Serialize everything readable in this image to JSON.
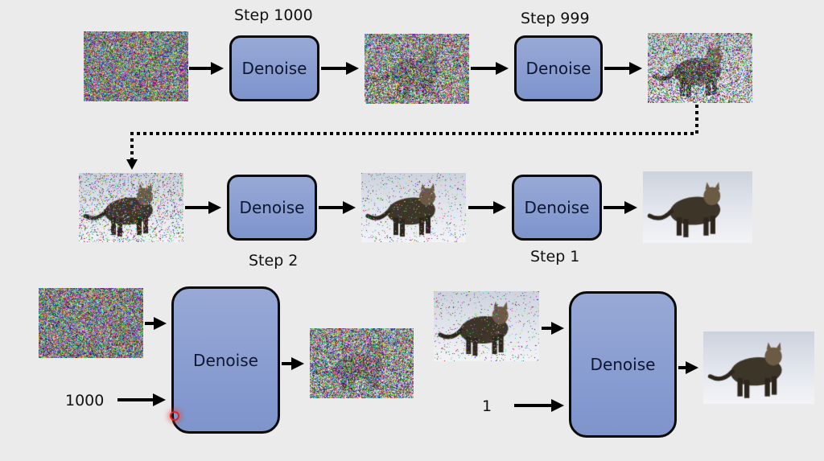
{
  "diagram": {
    "title": "Diffusion denoising steps",
    "box_label": "Denoise",
    "colors": {
      "box_fill": "#8a9ed1",
      "box_border": "#0a0a0a",
      "background": "#ebebeb",
      "arrow": "#000000"
    },
    "row1": {
      "steps": [
        {
          "label": "Step 1000"
        },
        {
          "label": "Step 999"
        }
      ],
      "images": [
        {
          "name": "pure-noise",
          "description": "pure noise"
        },
        {
          "name": "noisy-cat-heavy",
          "description": "very noisy cat"
        },
        {
          "name": "noisy-cat-medium",
          "description": "noisy cat"
        }
      ]
    },
    "row2": {
      "steps": [
        {
          "label": "Step 2"
        },
        {
          "label": "Step 1"
        }
      ],
      "images": [
        {
          "name": "cat-slight-noise",
          "description": "slightly noisy cat"
        },
        {
          "name": "cat-nearly-clean",
          "description": "nearly clean cat"
        },
        {
          "name": "cat-clean",
          "description": "clean cat"
        }
      ]
    },
    "bottom_left": {
      "step_input": "1000",
      "box_label": "Denoise"
    },
    "bottom_right": {
      "step_input": "1",
      "box_label": "Denoise"
    }
  }
}
